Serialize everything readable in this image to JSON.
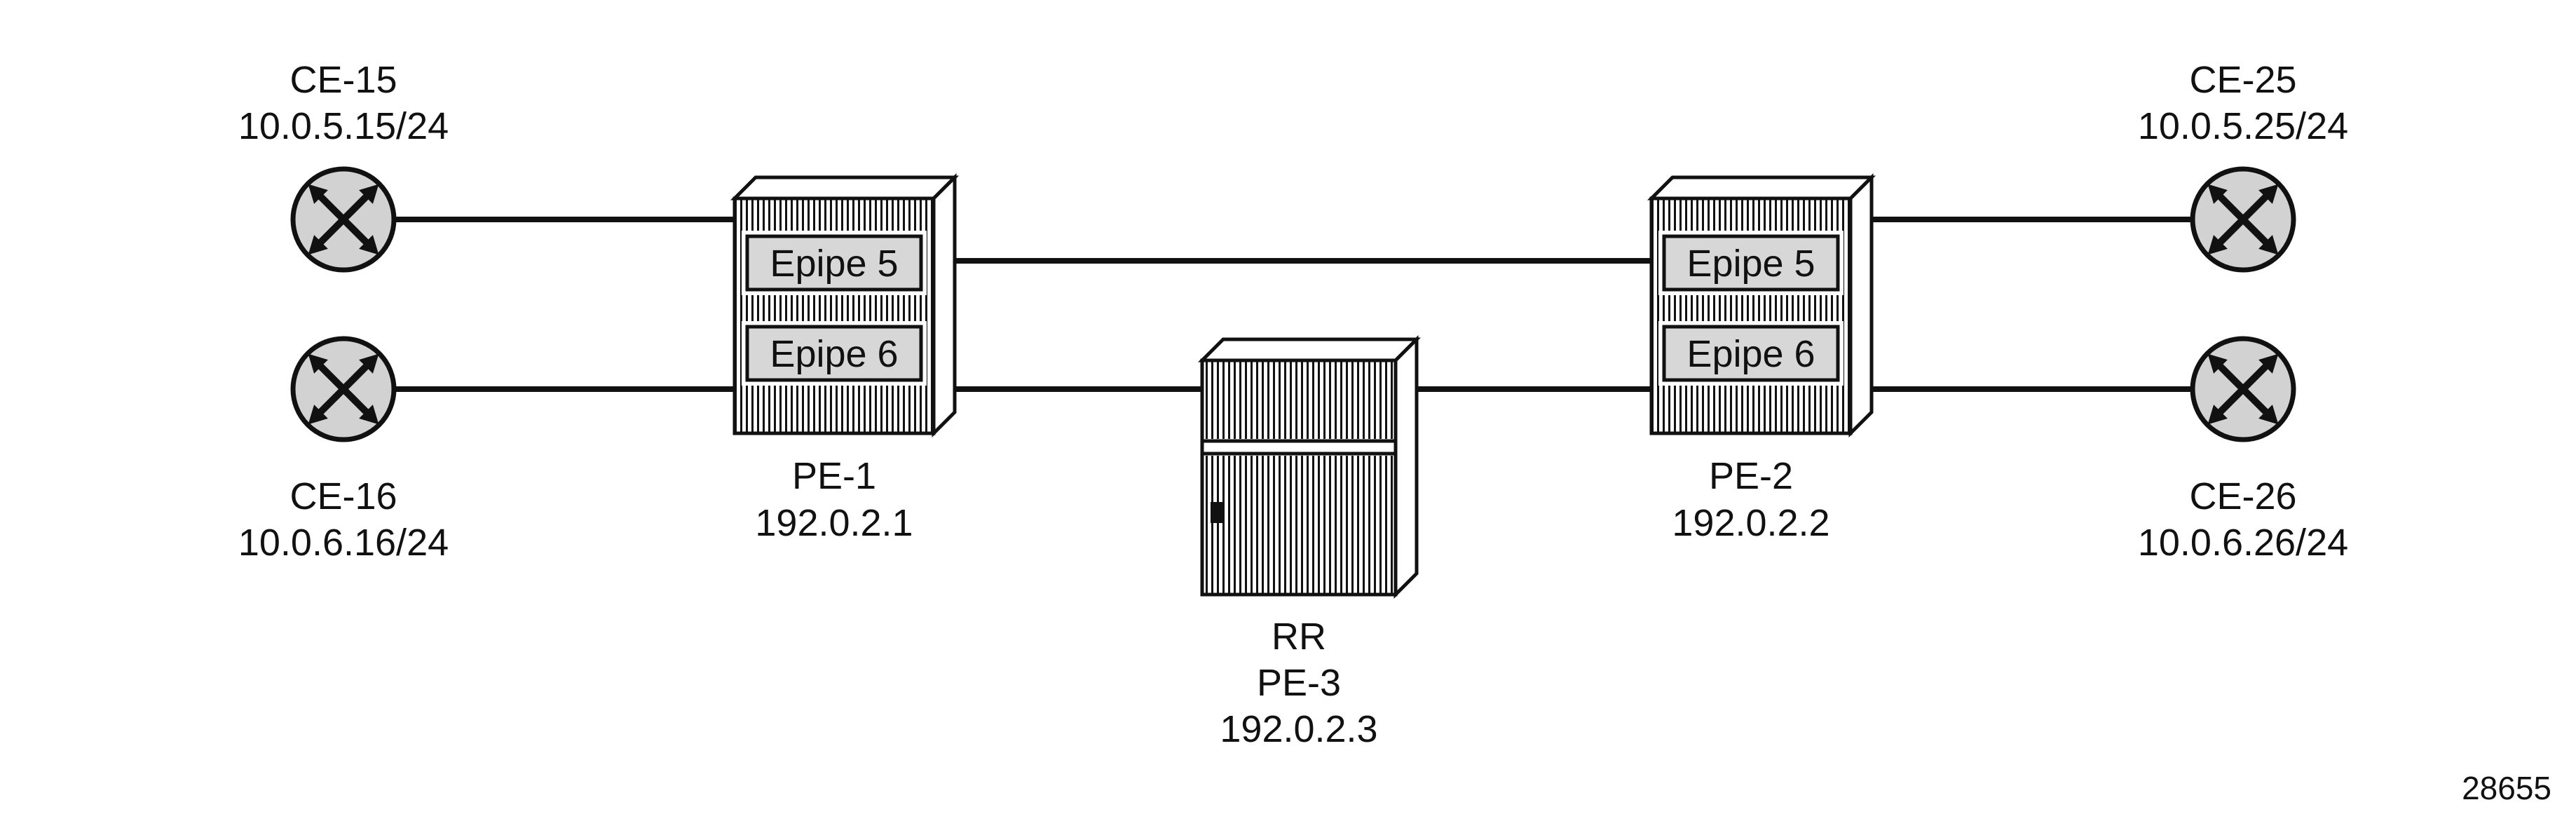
{
  "figure_number": "28655",
  "colors": {
    "line": "#111111",
    "ce_node_fill": "#d2d2d2",
    "service_box_fill": "#d7d7d7",
    "background": "#ffffff"
  },
  "nodes": {
    "ce15": {
      "name": "CE-15",
      "ip": "10.0.5.15/24"
    },
    "ce16": {
      "name": "CE-16",
      "ip": "10.0.6.16/24"
    },
    "ce25": {
      "name": "CE-25",
      "ip": "10.0.5.25/24"
    },
    "ce26": {
      "name": "CE-26",
      "ip": "10.0.6.26/24"
    },
    "pe1": {
      "name": "PE-1",
      "ip": "192.0.2.1",
      "service_top": "Epipe 5",
      "service_bottom": "Epipe 6"
    },
    "pe2": {
      "name": "PE-2",
      "ip": "192.0.2.2",
      "service_top": "Epipe 5",
      "service_bottom": "Epipe 6"
    },
    "pe3": {
      "role": "RR",
      "name": "PE-3",
      "ip": "192.0.2.3"
    }
  },
  "links": [
    {
      "from": "CE-15",
      "to": "PE-1"
    },
    {
      "from": "CE-16",
      "to": "PE-1"
    },
    {
      "from": "PE-1",
      "to": "PE-2",
      "level": "Epipe 5"
    },
    {
      "from": "PE-1",
      "to": "PE-2",
      "level": "Epipe 6",
      "via": "PE-3"
    },
    {
      "from": "PE-2",
      "to": "CE-25"
    },
    {
      "from": "PE-2",
      "to": "CE-26"
    }
  ]
}
